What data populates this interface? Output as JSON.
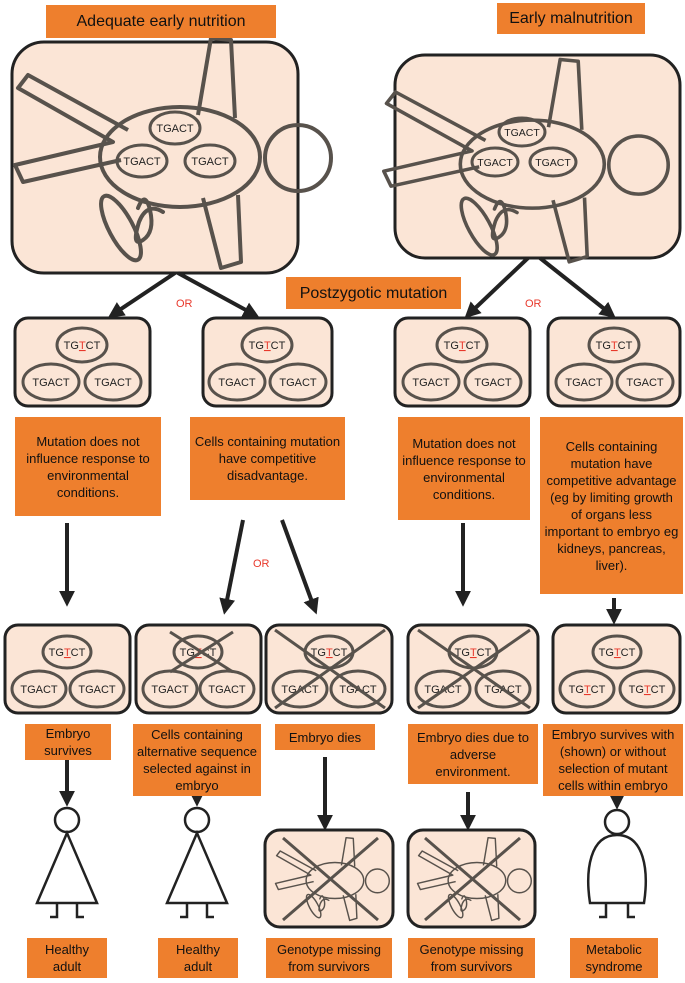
{
  "header": {
    "adequate": "Adequate early nutrition",
    "malnutrition": "Early malnutrition",
    "postzygotic": "Postzygotic mutation",
    "or": "OR"
  },
  "cell": {
    "normal": "TGACT",
    "mutant_prefix": "TG",
    "mutant_letter": "T",
    "mutant_suffix": "CT"
  },
  "colors": {
    "orange": "#ee7f2d",
    "panel_fill": "#fbe5d6",
    "mutation_red": "#e8382b",
    "outline": "#222222",
    "shape_stroke": "#58524c"
  },
  "labels": {
    "no_influence_left": "Mutation does not influence response to environmental conditions.",
    "disadvantage": "Cells containing mutation have competitive disadvantage.",
    "no_influence_right": "Mutation does not influence response to environmental conditions.",
    "advantage": "Cells containing mutation have competitive advantage (eg by limiting growth of organs less important to embryo eg kidneys, pancreas, liver).",
    "embryo_survives": "Embryo survives",
    "selected_against": "Cells containing alternative sequence selected against in embryo",
    "embryo_dies": "Embryo dies",
    "dies_adverse": "Embryo dies due to adverse environment.",
    "survives_with": "Embryo survives with (shown) or without selection of mutant cells within embryo",
    "healthy_adult_1": "Healthy adult",
    "healthy_adult_2": "Healthy adult",
    "genotype_missing_1": "Genotype missing from survivors",
    "genotype_missing_2": "Genotype missing from survivors",
    "metabolic": "Metabolic syndrome"
  }
}
